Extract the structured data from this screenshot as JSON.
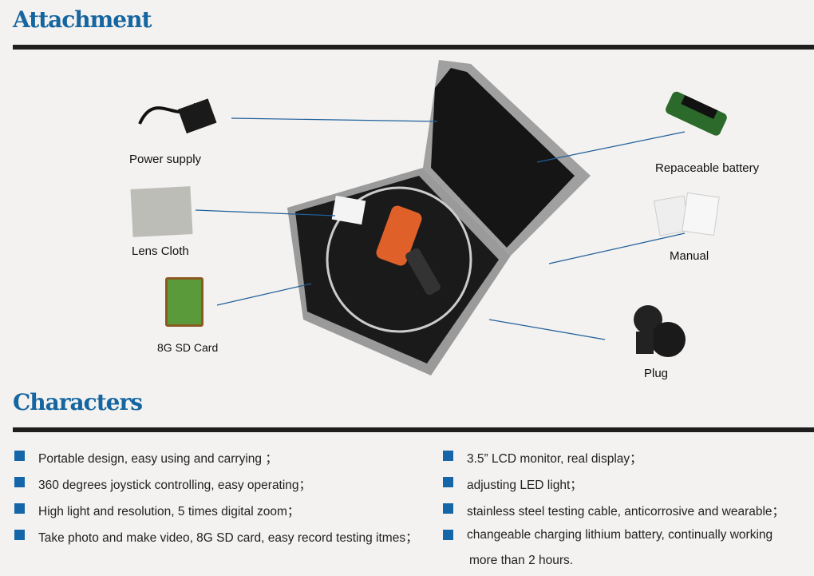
{
  "sections": {
    "attachment": "Attachment",
    "characters": "Characters"
  },
  "attachments": {
    "power_supply": "Power supply",
    "lens_cloth": "Lens Cloth",
    "sd_card": "8G SD Card",
    "battery": "Repaceable battery",
    "manual": "Manual",
    "plug": "Plug"
  },
  "features_left": [
    "Portable design, easy using and carrying ；",
    "360 degrees  joystick controlling, easy operating；",
    "High light and resolution, 5 times digital zoom；",
    "Take photo and make video, 8G SD card, easy record testing itmes；"
  ],
  "features_right": [
    "3.5” LCD monitor, real display；",
    "adjusting LED light；",
    "stainless steel testing cable, anticorrosive and wearable；",
    "changeable charging lithium battery, continually working",
    "more than 2 hours."
  ],
  "colors": {
    "accent": "#1565a0",
    "rule": "#1e1e1e",
    "background": "#f3f2f0"
  }
}
